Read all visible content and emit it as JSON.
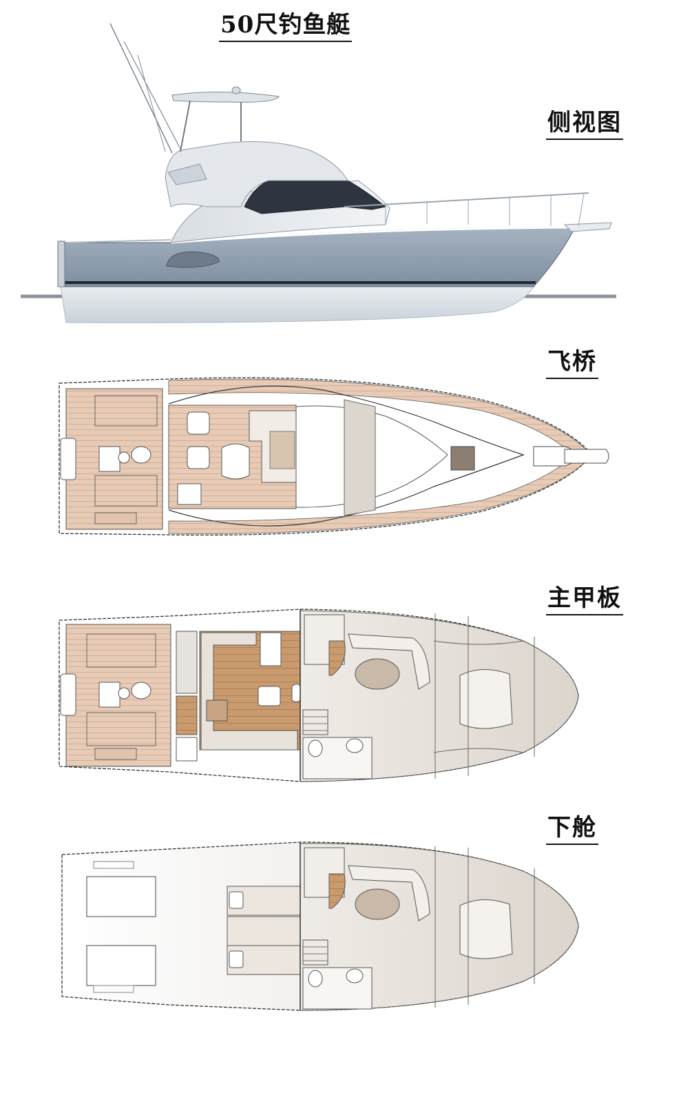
{
  "title": "50尺钓鱼艇",
  "views": {
    "side": "侧视图",
    "flybridge": "飞桥",
    "main_deck": "主甲板",
    "lower_deck": "下舱"
  },
  "colors": {
    "hull": "#8e9dac",
    "teak": "#e7c9b4",
    "teak_dark": "#c99d72",
    "interior": "#e3ddd6",
    "line": "#333333"
  }
}
